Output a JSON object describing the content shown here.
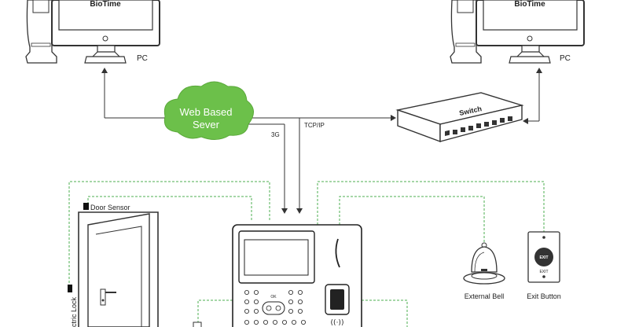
{
  "pc_left": {
    "screen_text": "BioTime",
    "label": "PC"
  },
  "pc_right": {
    "screen_text": "BioTime",
    "label": "PC"
  },
  "cloud": {
    "line1": "Web Based",
    "line2": "Sever",
    "color": "#6cc04a"
  },
  "switch": {
    "label": "Switch"
  },
  "links": {
    "tcpip": "TCP/IP",
    "g3": "3G"
  },
  "door_sensor": {
    "label": "Door Sensor"
  },
  "electric_lock": {
    "label": "ctric Lock"
  },
  "external_bell": {
    "label": "External Bell"
  },
  "exit_button": {
    "label": "Exit Button",
    "face_text": "EXIT",
    "bottom_text": "EXIT"
  },
  "terminal": {
    "key_label": "OK"
  },
  "colors": {
    "wire_green": "#4caf50",
    "line": "#333333"
  }
}
